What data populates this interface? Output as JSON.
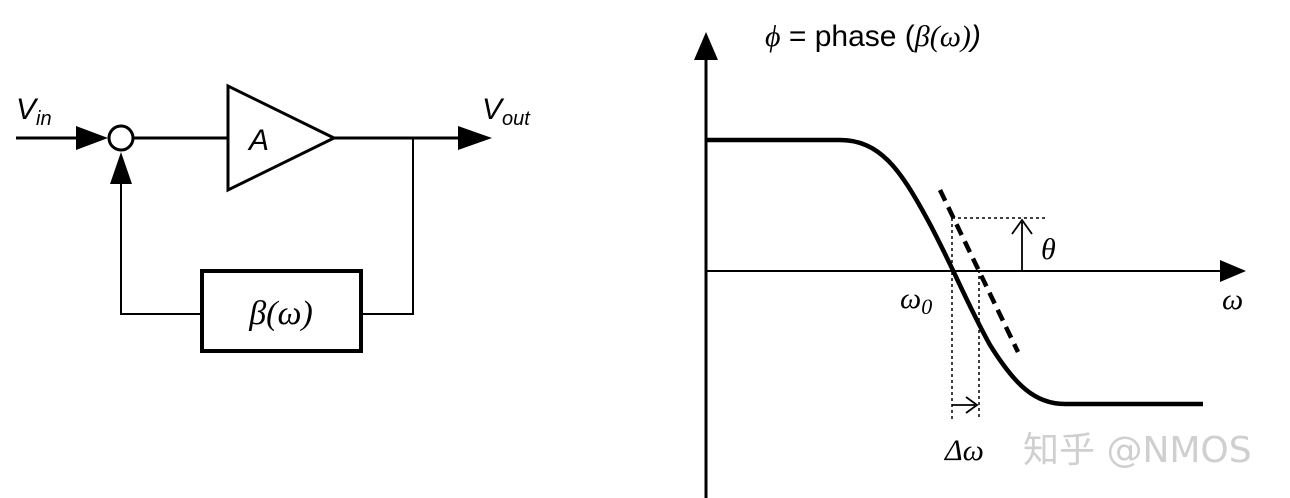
{
  "block_diagram": {
    "input_label": {
      "base": "V",
      "sub": "in"
    },
    "output_label": {
      "base": "V",
      "sub": "out"
    },
    "amplifier_label": "A",
    "feedback_label": "β(ω)"
  },
  "phase_plot": {
    "title": {
      "symbol": "ϕ",
      "text": " = phase (",
      "beta": "β(ω)",
      "close": ")"
    },
    "x_axis_label": "ω",
    "omega0_label": {
      "base": "ω",
      "sub": "0"
    },
    "theta_label": "θ",
    "delta_omega_label": "Δω"
  },
  "watermark": "知乎 @NMOS",
  "colors": {
    "ink": "#000000",
    "watermark": "#cfcfcf"
  }
}
